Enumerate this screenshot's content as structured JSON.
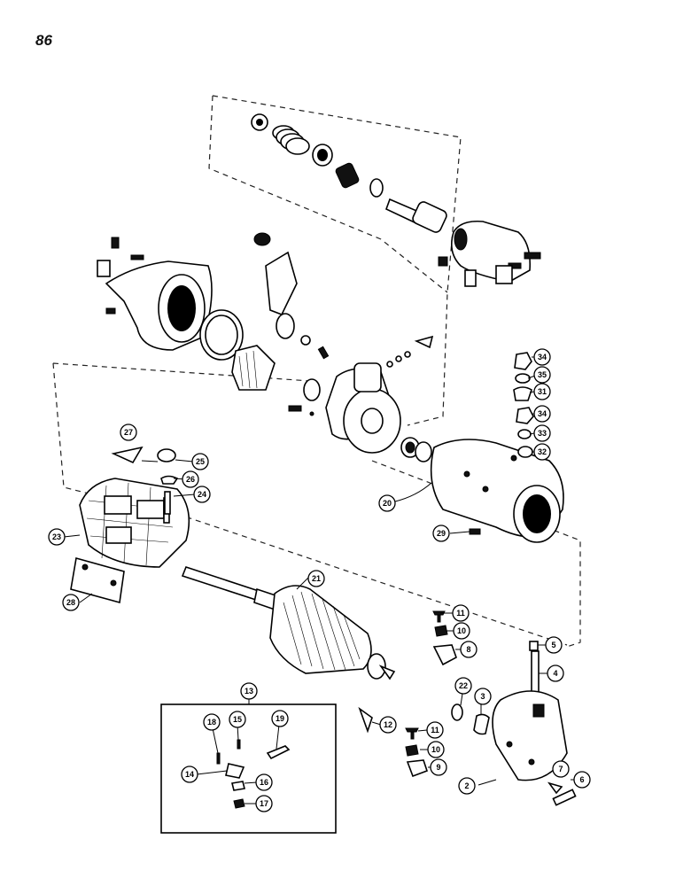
{
  "page_number": "86",
  "callouts": [
    "2",
    "3",
    "4",
    "5",
    "6",
    "7",
    "8",
    "9",
    "10",
    "11",
    "12",
    "13",
    "14",
    "15",
    "16",
    "17",
    "18",
    "19",
    "20",
    "21",
    "22",
    "23",
    "24",
    "25",
    "26",
    "27",
    "28",
    "29",
    "31",
    "32",
    "33",
    "34",
    "35"
  ],
  "callouts_extra": [
    "10",
    "11",
    "34"
  ]
}
